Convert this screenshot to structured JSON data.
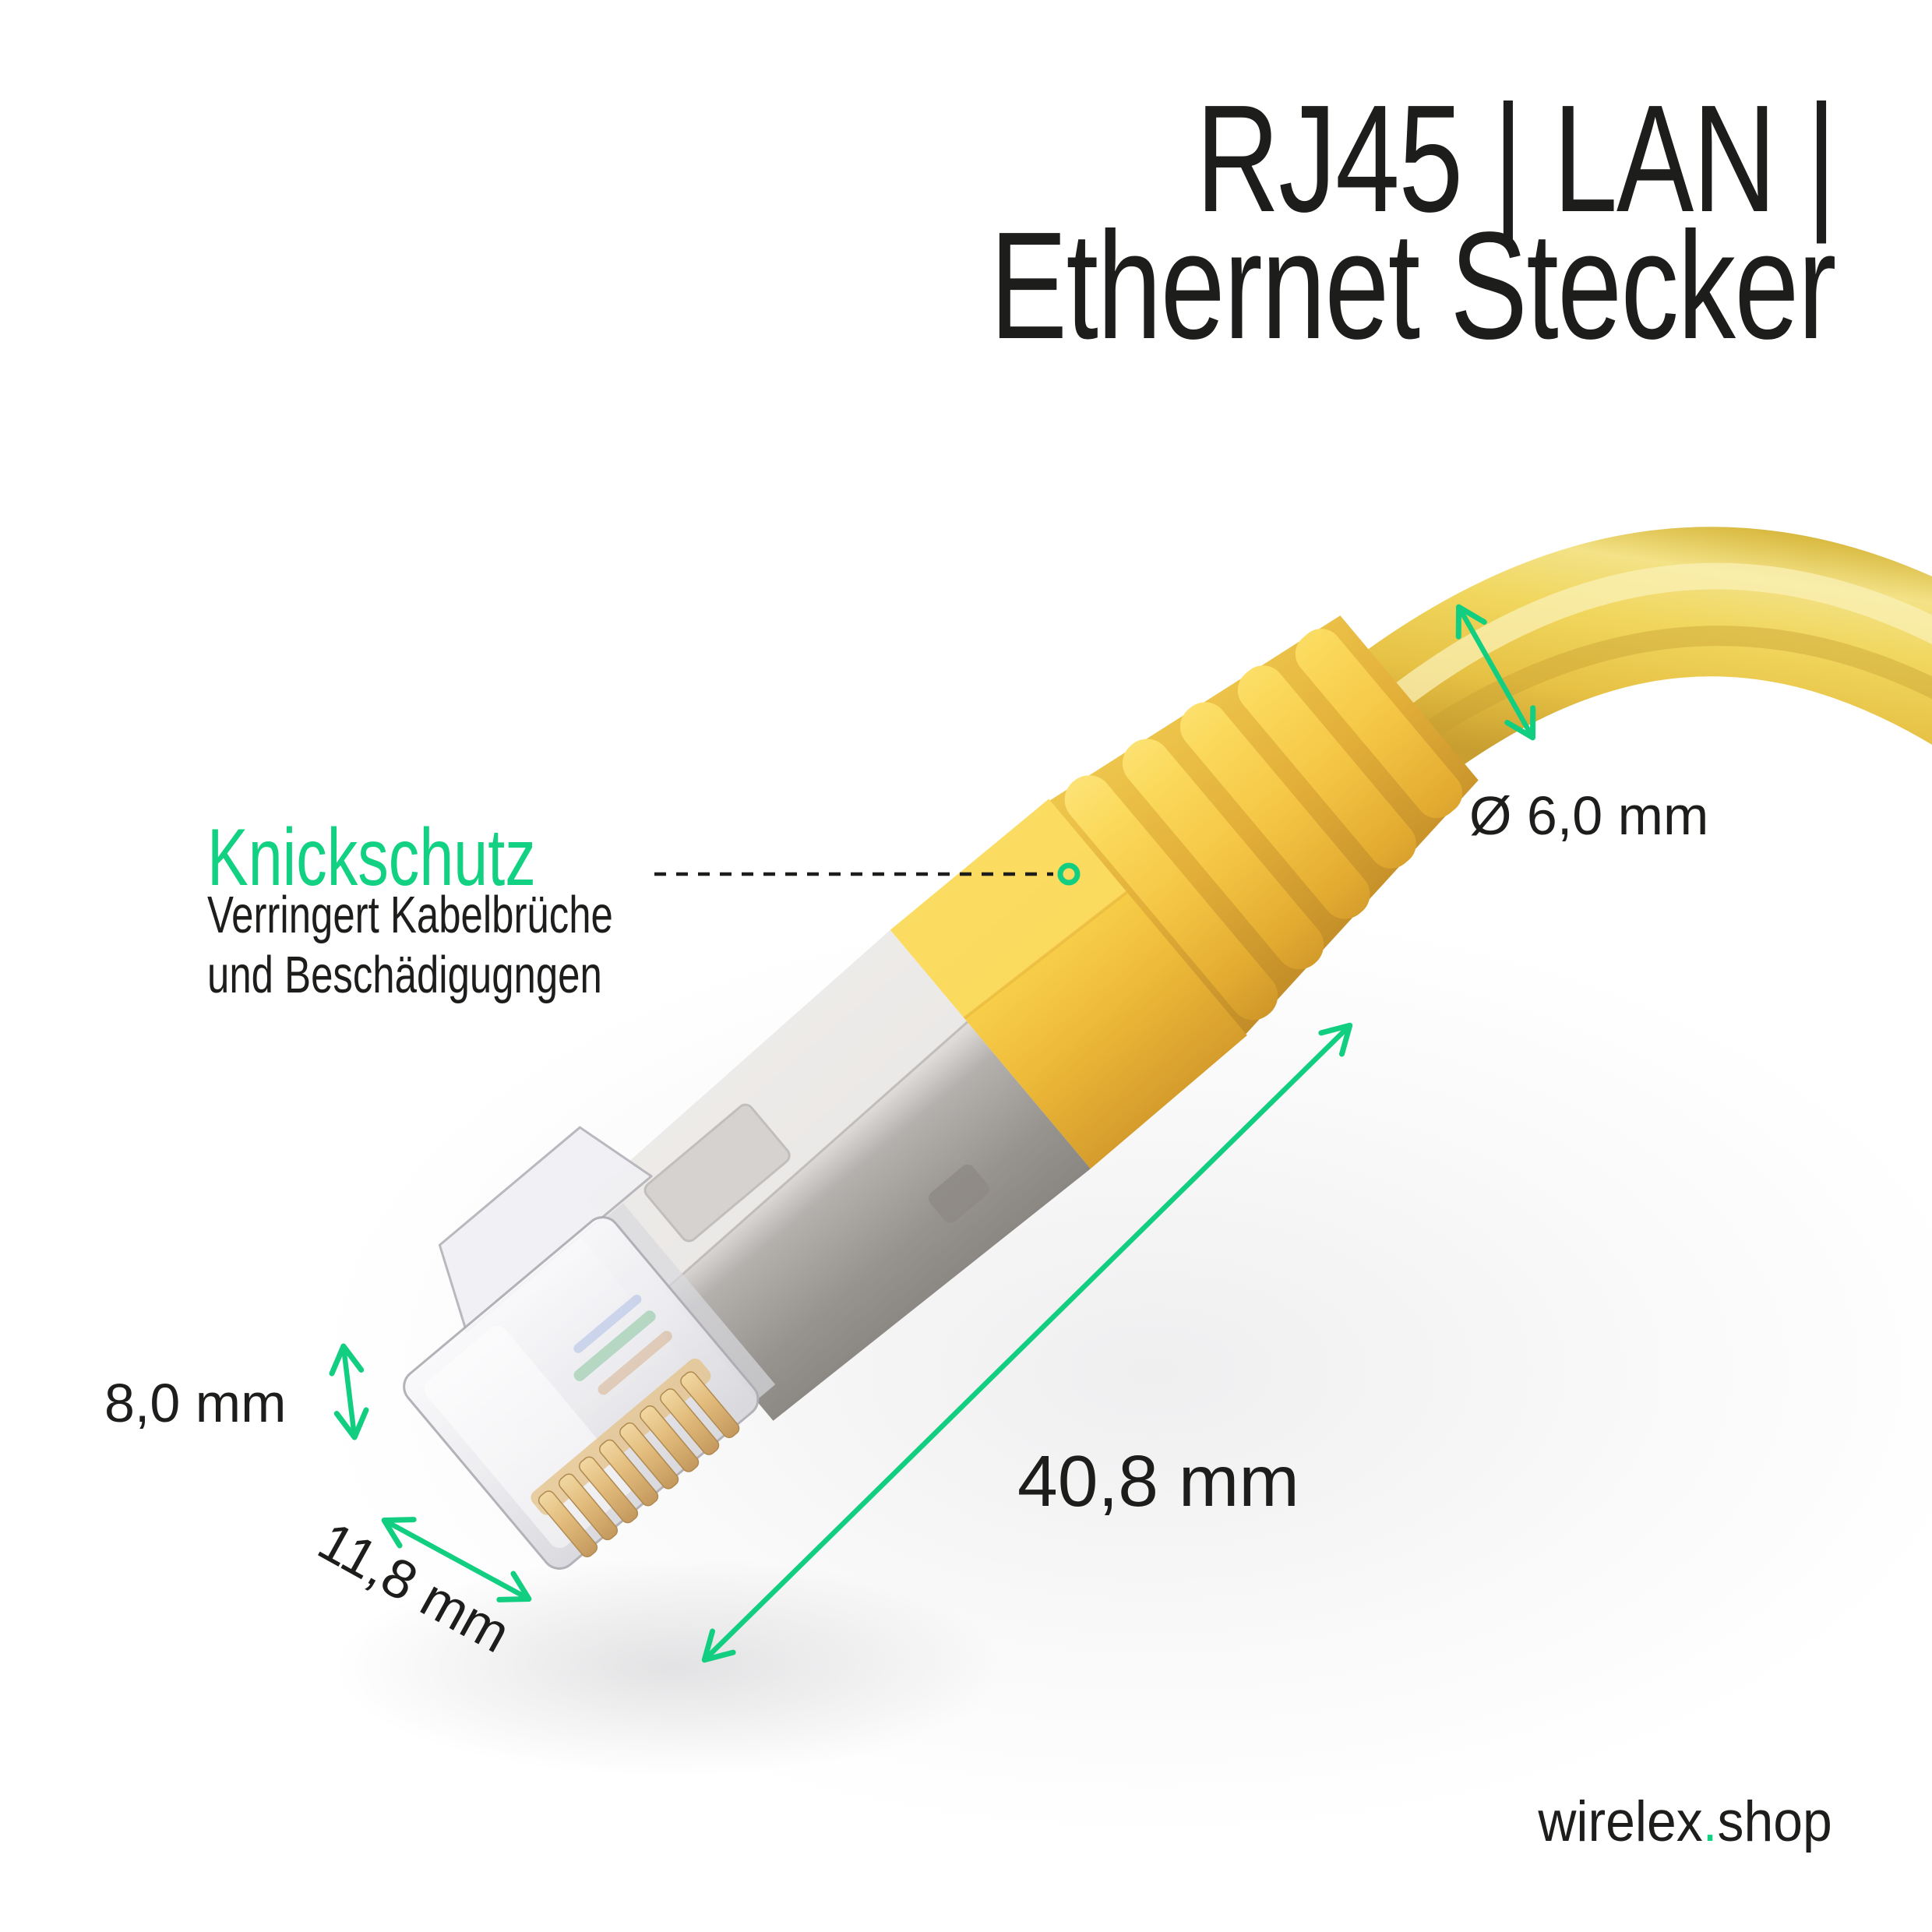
{
  "title": {
    "line1": "RJ45 | LAN |",
    "line2": "Ethernet Stecker"
  },
  "callout": {
    "heading": "Knickschutz",
    "description_line1": "Verringert Kabelbrüche",
    "description_line2": "und Beschädigugngen"
  },
  "dimensions": {
    "cable_diameter_label": "Ø 6,0 mm",
    "plug_height_label": "8,0 mm",
    "plug_width_label": "11,8 mm",
    "plug_length_label": "40,8 mm"
  },
  "brand": {
    "name": "wirelex",
    "separator": ".",
    "tld": "shop"
  },
  "colors": {
    "accent_green": "#12CE80",
    "text": "#1D1D1B",
    "cable_yellow": "#F0D45C",
    "boot_yellow": "#F7CF49",
    "shield_silver": "#C6C3C0",
    "contact_gold": "#DDB678"
  }
}
